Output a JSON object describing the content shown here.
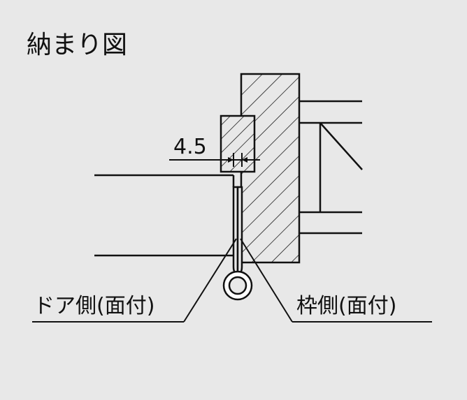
{
  "title": "納まり図",
  "dimension_label": "4.5",
  "labels": {
    "door_side": "ドア側(面付)",
    "frame_side": "枠側(面付)"
  },
  "colors": {
    "background": "#e8e8e8",
    "line": "#111111",
    "fill": "#ffffff"
  }
}
